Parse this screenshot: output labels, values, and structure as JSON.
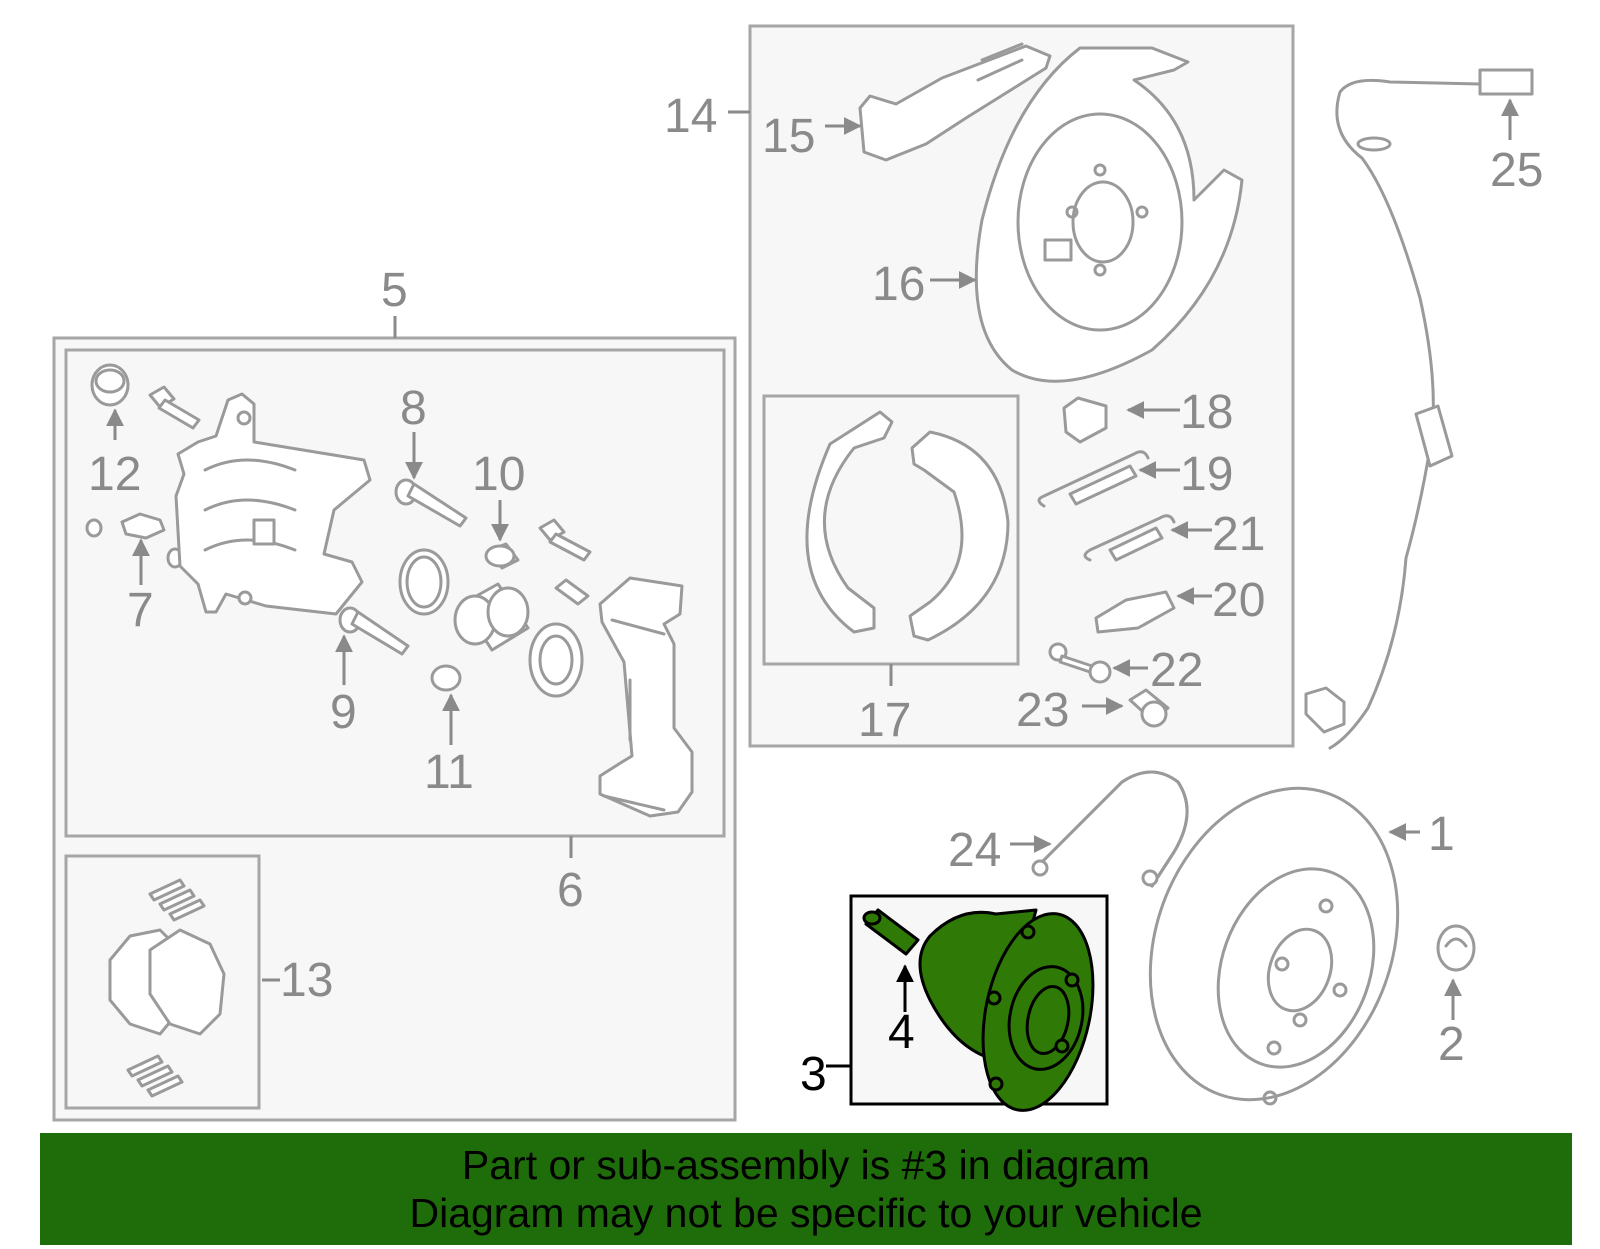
{
  "labels": {
    "p1": "1",
    "p2": "2",
    "p3": "3",
    "p4": "4",
    "p5": "5",
    "p6": "6",
    "p7": "7",
    "p8": "8",
    "p9": "9",
    "p10": "10",
    "p11": "11",
    "p12": "12",
    "p13": "13",
    "p14": "14",
    "p15": "15",
    "p16": "16",
    "p17": "17",
    "p18": "18",
    "p19": "19",
    "p20": "20",
    "p21": "21",
    "p22": "22",
    "p23": "23",
    "p24": "24",
    "p25": "25"
  },
  "highlight": {
    "part_number": "3",
    "color": "#2f7a06"
  },
  "banner": {
    "line1": "Part or sub-assembly is #3 in diagram",
    "line2": "Diagram may not be specific to your vehicle",
    "background": "#1f6d0a"
  }
}
